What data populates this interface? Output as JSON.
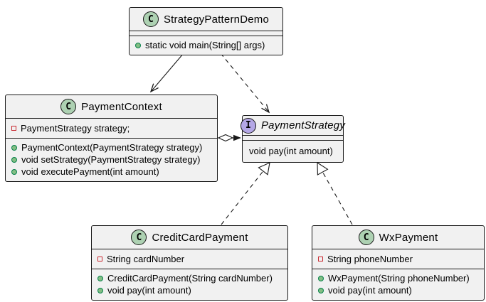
{
  "icons": {
    "class_letter": "C",
    "interface_letter": "I"
  },
  "colors": {
    "box_fill": "#F1F1F1",
    "box_border": "#181818",
    "class_circle": "#ADD1B2",
    "interface_circle": "#B4A7E6",
    "public_method_dot": "#84BE84",
    "public_method_dot_border": "#038048",
    "private_field_square": "#C82930",
    "edge_color": "#181818"
  },
  "classes": [
    {
      "id": "strategy-pattern-demo",
      "kind": "class",
      "name": "StrategyPatternDemo",
      "fields": [],
      "methods": [
        {
          "visibility": "public",
          "text": "static void main(String[] args)"
        }
      ]
    },
    {
      "id": "payment-context",
      "kind": "class",
      "name": "PaymentContext",
      "fields": [
        {
          "visibility": "private",
          "text": "PaymentStrategy strategy;"
        }
      ],
      "methods": [
        {
          "visibility": "public",
          "text": "PaymentContext(PaymentStrategy strategy)"
        },
        {
          "visibility": "public",
          "text": "void setStrategy(PaymentStrategy strategy)"
        },
        {
          "visibility": "public",
          "text": "void executePayment(int amount)"
        }
      ]
    },
    {
      "id": "payment-strategy",
      "kind": "interface",
      "name": "PaymentStrategy",
      "fields": [],
      "methods": [
        {
          "visibility": "none",
          "text": "void pay(int amount)"
        }
      ]
    },
    {
      "id": "credit-card-payment",
      "kind": "class",
      "name": "CreditCardPayment",
      "fields": [
        {
          "visibility": "private",
          "text": "String cardNumber"
        }
      ],
      "methods": [
        {
          "visibility": "public",
          "text": "CreditCardPayment(String cardNumber)"
        },
        {
          "visibility": "public",
          "text": "void pay(int amount)"
        }
      ]
    },
    {
      "id": "wx-payment",
      "kind": "class",
      "name": "WxPayment",
      "fields": [
        {
          "visibility": "private",
          "text": "String phoneNumber"
        }
      ],
      "methods": [
        {
          "visibility": "public",
          "text": "WxPayment(String phoneNumber)"
        },
        {
          "visibility": "public",
          "text": "void pay(int amount)"
        }
      ]
    }
  ],
  "relations": [
    {
      "from": "StrategyPatternDemo",
      "to": "PaymentContext",
      "type": "directed-association",
      "line": "solid",
      "head": "open-arrow"
    },
    {
      "from": "StrategyPatternDemo",
      "to": "PaymentStrategy",
      "type": "dependency",
      "line": "dashed",
      "head": "open-arrow"
    },
    {
      "from": "PaymentContext",
      "to": "PaymentStrategy",
      "type": "aggregation",
      "line": "solid",
      "head": "filled-arrow",
      "tail": "hollow-diamond"
    },
    {
      "from": "CreditCardPayment",
      "to": "PaymentStrategy",
      "type": "realization",
      "line": "dashed",
      "head": "hollow-triangle"
    },
    {
      "from": "WxPayment",
      "to": "PaymentStrategy",
      "type": "realization",
      "line": "dashed",
      "head": "hollow-triangle"
    }
  ]
}
